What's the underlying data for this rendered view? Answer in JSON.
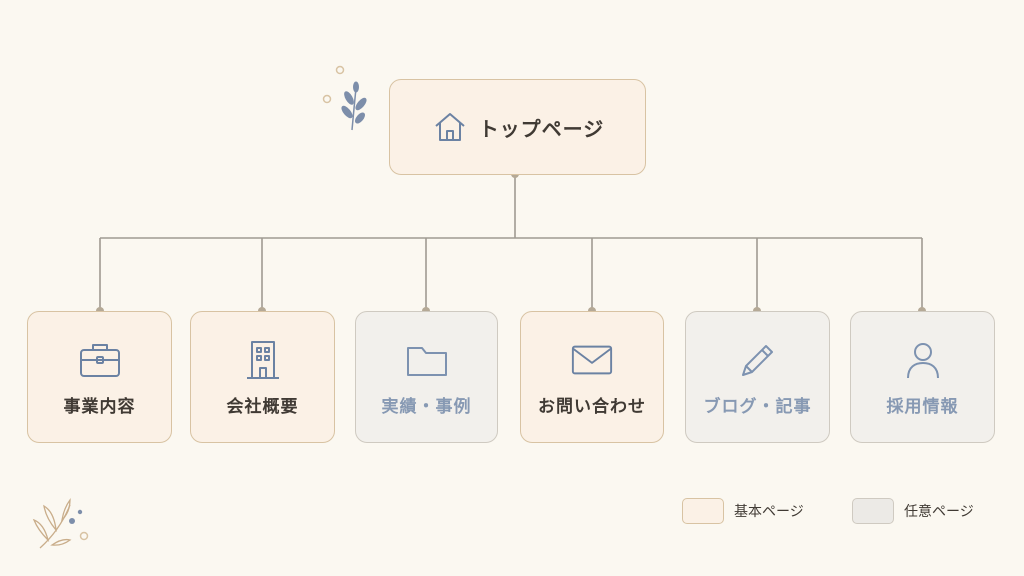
{
  "top": {
    "label": "トップページ",
    "icon": "home-icon"
  },
  "pages": [
    {
      "label": "事業内容",
      "icon": "briefcase-icon",
      "kind": "basic"
    },
    {
      "label": "会社概要",
      "icon": "building-icon",
      "kind": "basic"
    },
    {
      "label": "実績・事例",
      "icon": "folder-icon",
      "kind": "optional"
    },
    {
      "label": "お問い合わせ",
      "icon": "envelope-icon",
      "kind": "basic"
    },
    {
      "label": "ブログ・記事",
      "icon": "pencil-icon",
      "kind": "optional"
    },
    {
      "label": "採用情報",
      "icon": "person-icon",
      "kind": "optional"
    }
  ],
  "legend": {
    "basic": "基本ページ",
    "optional": "任意ページ"
  },
  "colors": {
    "basic_fill": "#fbf1e6",
    "basic_border": "#d8c3a3",
    "optional_fill": "#f2f0ec",
    "optional_border": "#cfcac1",
    "line": "#a09a92",
    "icon_blue": "#6b82a3"
  }
}
